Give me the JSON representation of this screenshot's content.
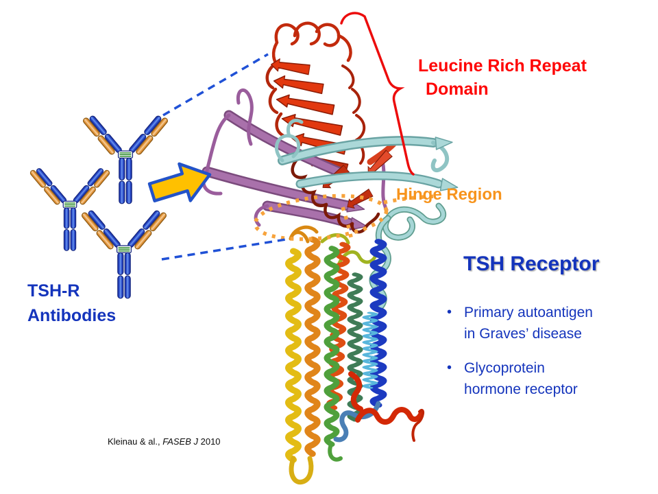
{
  "slide": {
    "title": "TSH Receptor",
    "labels": {
      "lrr_line1": "Leucine Rich Repeat",
      "lrr_line2": "Domain",
      "hinge": "Hinge Region",
      "antibodies_line1": "TSH-R",
      "antibodies_line2": "Antibodies"
    },
    "bullets": [
      {
        "dot": "•",
        "text": "Primary autoantigen\nin Graves’ disease"
      },
      {
        "dot": "•",
        "text": "Glycoprotein\nhormone receptor"
      }
    ],
    "citation": {
      "authors": "Kleinau & al., ",
      "journal": "FASEB J",
      "year": " 2010"
    },
    "colors": {
      "red_label": "#FE0505",
      "orange_label": "#F7941D",
      "blue_label": "#1434BC",
      "arrow_fill": "#FFC000",
      "arrow_stroke": "#2353C8",
      "dashed_connector": "#2051D6",
      "bracket": "#EC0C0C",
      "hinge_dots": "#F7A33C",
      "lrr_ribbon": "#D92F10",
      "fab_purple": "#A971AB",
      "fab_cyan": "#ABD8D8"
    }
  }
}
